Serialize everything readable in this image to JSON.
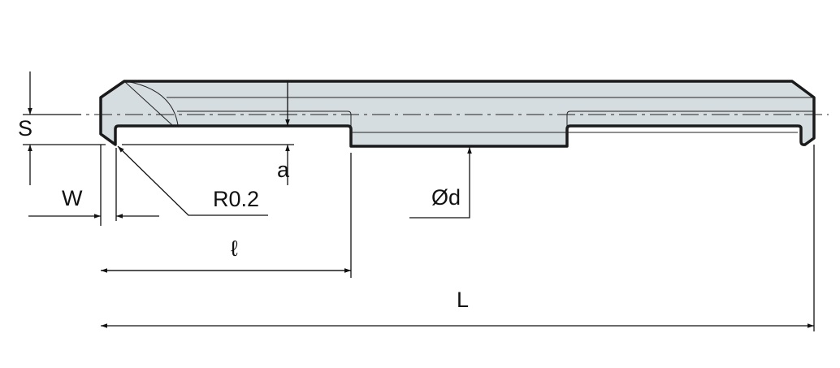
{
  "labels": {
    "S": "S",
    "a": "a",
    "W": "W",
    "R": "R0.2",
    "d": "Ød",
    "l": "ℓ",
    "L": "L"
  },
  "colors": {
    "body_fill": "#d6dde0",
    "outline": "#1a1a1a"
  }
}
